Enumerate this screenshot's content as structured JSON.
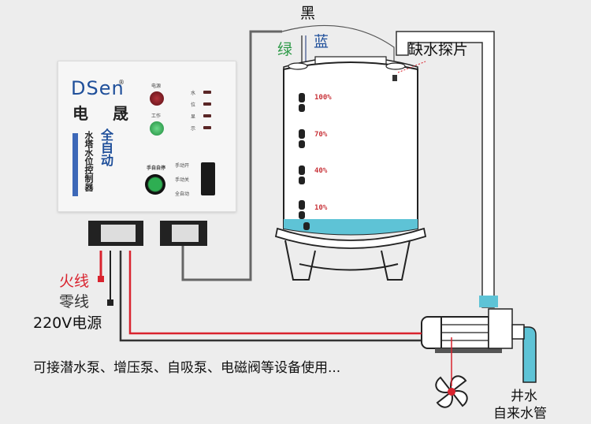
{
  "wire_labels": {
    "black": "黑",
    "green": "绿",
    "blue": "蓝",
    "probe": "缺水探片"
  },
  "controller": {
    "brand": "DSen",
    "brand_cn": "电 晟",
    "registered_mark": "®",
    "product_title_blue": "全自动",
    "product_title_black": "水塔水位控制器",
    "power_label": "电源",
    "work_label": "工作",
    "level_indicators": [
      "水",
      "位",
      "显",
      "示"
    ],
    "reset_label": "手自自停",
    "switch_labels": [
      "手动开",
      "手动关",
      "全自动"
    ]
  },
  "tank": {
    "levels": [
      "100%",
      "70%",
      "40%",
      "10%"
    ],
    "water_fill_percent": 8
  },
  "power": {
    "live_label": "火线",
    "neutral_label": "零线",
    "source_label": "220V电源"
  },
  "caption": "可接潜水泵、增压泵、自吸泵、电磁阀等设备使用...",
  "source": {
    "line1": "井水",
    "line2": "自来水管"
  },
  "colors": {
    "background": "#ededed",
    "live_wire": "#d9232e",
    "neutral_wire": "#222222",
    "probe_wire": "#666666",
    "water": "#5ec3d6",
    "green_label": "#2e9a48",
    "blue_label": "#1f4f9a",
    "percent_label": "#c9343a"
  }
}
